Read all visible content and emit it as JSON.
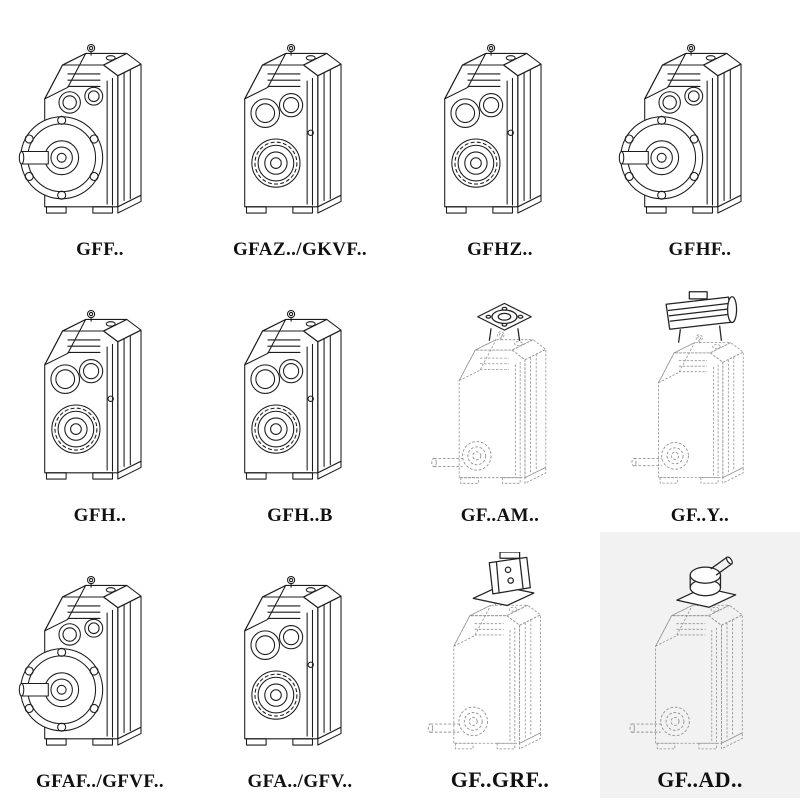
{
  "page": {
    "background_color": "#ffffff",
    "shaded_panel_color": "#f2f2f2",
    "solid_line_color": "#1c1c1c",
    "dashed_line_color": "#909090",
    "attachment_line_color": "#222222"
  },
  "catalog": {
    "cells": [
      {
        "label": "GFF..",
        "drawing": "gearbox-output-flange-solid",
        "ref": "#gb-flanged"
      },
      {
        "label": "GFAZ../GKVF..",
        "drawing": "gearbox-hollow-shaft-solid",
        "ref": "#gb-hollow"
      },
      {
        "label": "GFHZ..",
        "drawing": "gearbox-hollow-shaft-solid",
        "ref": "#gb-hollow"
      },
      {
        "label": "GFHF..",
        "drawing": "gearbox-output-flange-solid",
        "ref": "#gb-flanged"
      },
      {
        "label": "GFH..",
        "drawing": "gearbox-hollow-shaft-solid",
        "ref": "#gb-hollow"
      },
      {
        "label": "GFH..B",
        "drawing": "gearbox-hollow-shaft-solid",
        "ref": "#gb-hollow"
      },
      {
        "label": "GF..AM..",
        "drawing": "gearbox-motor-flange-dashed",
        "ref": "#gb-am"
      },
      {
        "label": "GF..Y..",
        "drawing": "gearbox-mounted-motor-dashed",
        "ref": "#gb-y"
      },
      {
        "label": "GFAF../GFVF..",
        "drawing": "gearbox-output-flange-solid",
        "ref": "#gb-flanged"
      },
      {
        "label": "GFA../GFV..",
        "drawing": "gearbox-hollow-shaft-solid",
        "ref": "#gb-hollow"
      },
      {
        "label": "GF..GRF..",
        "drawing": "gearbox-bracket-dashed",
        "ref": "#gb-grf"
      },
      {
        "label": "GF..AD..",
        "drawing": "gearbox-input-adapter-dashed",
        "ref": "#gb-ad"
      }
    ]
  }
}
